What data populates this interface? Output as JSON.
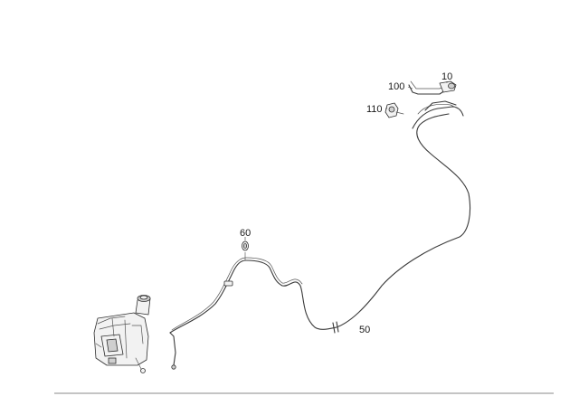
{
  "diagram": {
    "callouts": {
      "c10": "10",
      "c100": "100",
      "c110": "110",
      "c60": "60",
      "c50": "50"
    },
    "parts": {
      "reservoir_icon": "washer-fluid-reservoir-icon",
      "nozzle_icon": "washer-nozzle-icon",
      "connector_icon": "hose-connector-icon",
      "clip_icon": "hose-clip-icon"
    },
    "colors": {
      "line": "#3a3a3a",
      "baseline": "#8a8a8a"
    }
  }
}
